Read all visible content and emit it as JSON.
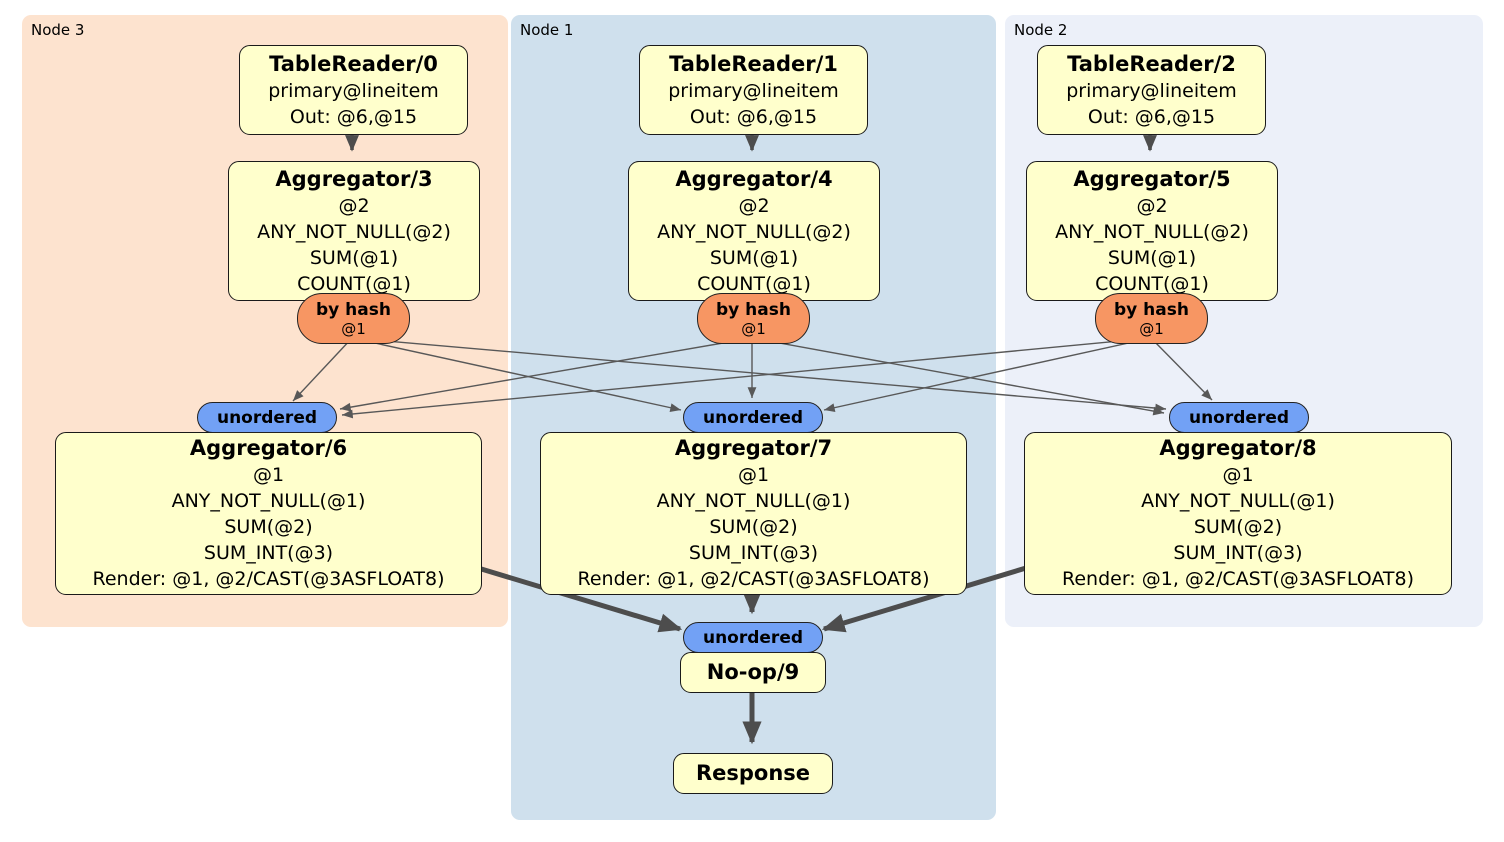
{
  "groups": [
    {
      "label": "Node 3"
    },
    {
      "label": "Node 1"
    },
    {
      "label": "Node 2"
    }
  ],
  "processors": {
    "tablereader0": {
      "title": "TableReader/0",
      "table": "primary@lineitem",
      "out": "Out: @6,@15"
    },
    "tablereader1": {
      "title": "TableReader/1",
      "table": "primary@lineitem",
      "out": "Out: @6,@15"
    },
    "tablereader2": {
      "title": "TableReader/2",
      "table": "primary@lineitem",
      "out": "Out: @6,@15"
    },
    "aggregator3": {
      "title": "Aggregator/3",
      "lines": [
        "@2",
        "ANY_NOT_NULL(@2)",
        "SUM(@1)",
        "COUNT(@1)"
      ]
    },
    "aggregator4": {
      "title": "Aggregator/4",
      "lines": [
        "@2",
        "ANY_NOT_NULL(@2)",
        "SUM(@1)",
        "COUNT(@1)"
      ]
    },
    "aggregator5": {
      "title": "Aggregator/5",
      "lines": [
        "@2",
        "ANY_NOT_NULL(@2)",
        "SUM(@1)",
        "COUNT(@1)"
      ]
    },
    "aggregator6": {
      "title": "Aggregator/6",
      "lines": [
        "@1",
        "ANY_NOT_NULL(@1)",
        "SUM(@2)",
        "SUM_INT(@3)",
        "Render: @1, @2/CAST(@3ASFLOAT8)"
      ]
    },
    "aggregator7": {
      "title": "Aggregator/7",
      "lines": [
        "@1",
        "ANY_NOT_NULL(@1)",
        "SUM(@2)",
        "SUM_INT(@3)",
        "Render: @1, @2/CAST(@3ASFLOAT8)"
      ]
    },
    "aggregator8": {
      "title": "Aggregator/8",
      "lines": [
        "@1",
        "ANY_NOT_NULL(@1)",
        "SUM(@2)",
        "SUM_INT(@3)",
        "Render: @1, @2/CAST(@3ASFLOAT8)"
      ]
    },
    "noop9": {
      "title": "No-op/9"
    },
    "response": {
      "title": "Response"
    }
  },
  "routers": {
    "by_hash": {
      "label": "by hash",
      "detail": "@1"
    },
    "unordered": {
      "label": "unordered"
    }
  },
  "colors": {
    "node3_bg": "#fde3cf",
    "node1_bg": "#cfe0ed",
    "node2_bg": "#ecf0f9",
    "processor_bg": "#ffffcc",
    "hash_router_bg": "#f79663",
    "unordered_bg": "#72a1f5",
    "edge_thin": "#585858",
    "edge_thick": "#4d4d4d"
  }
}
